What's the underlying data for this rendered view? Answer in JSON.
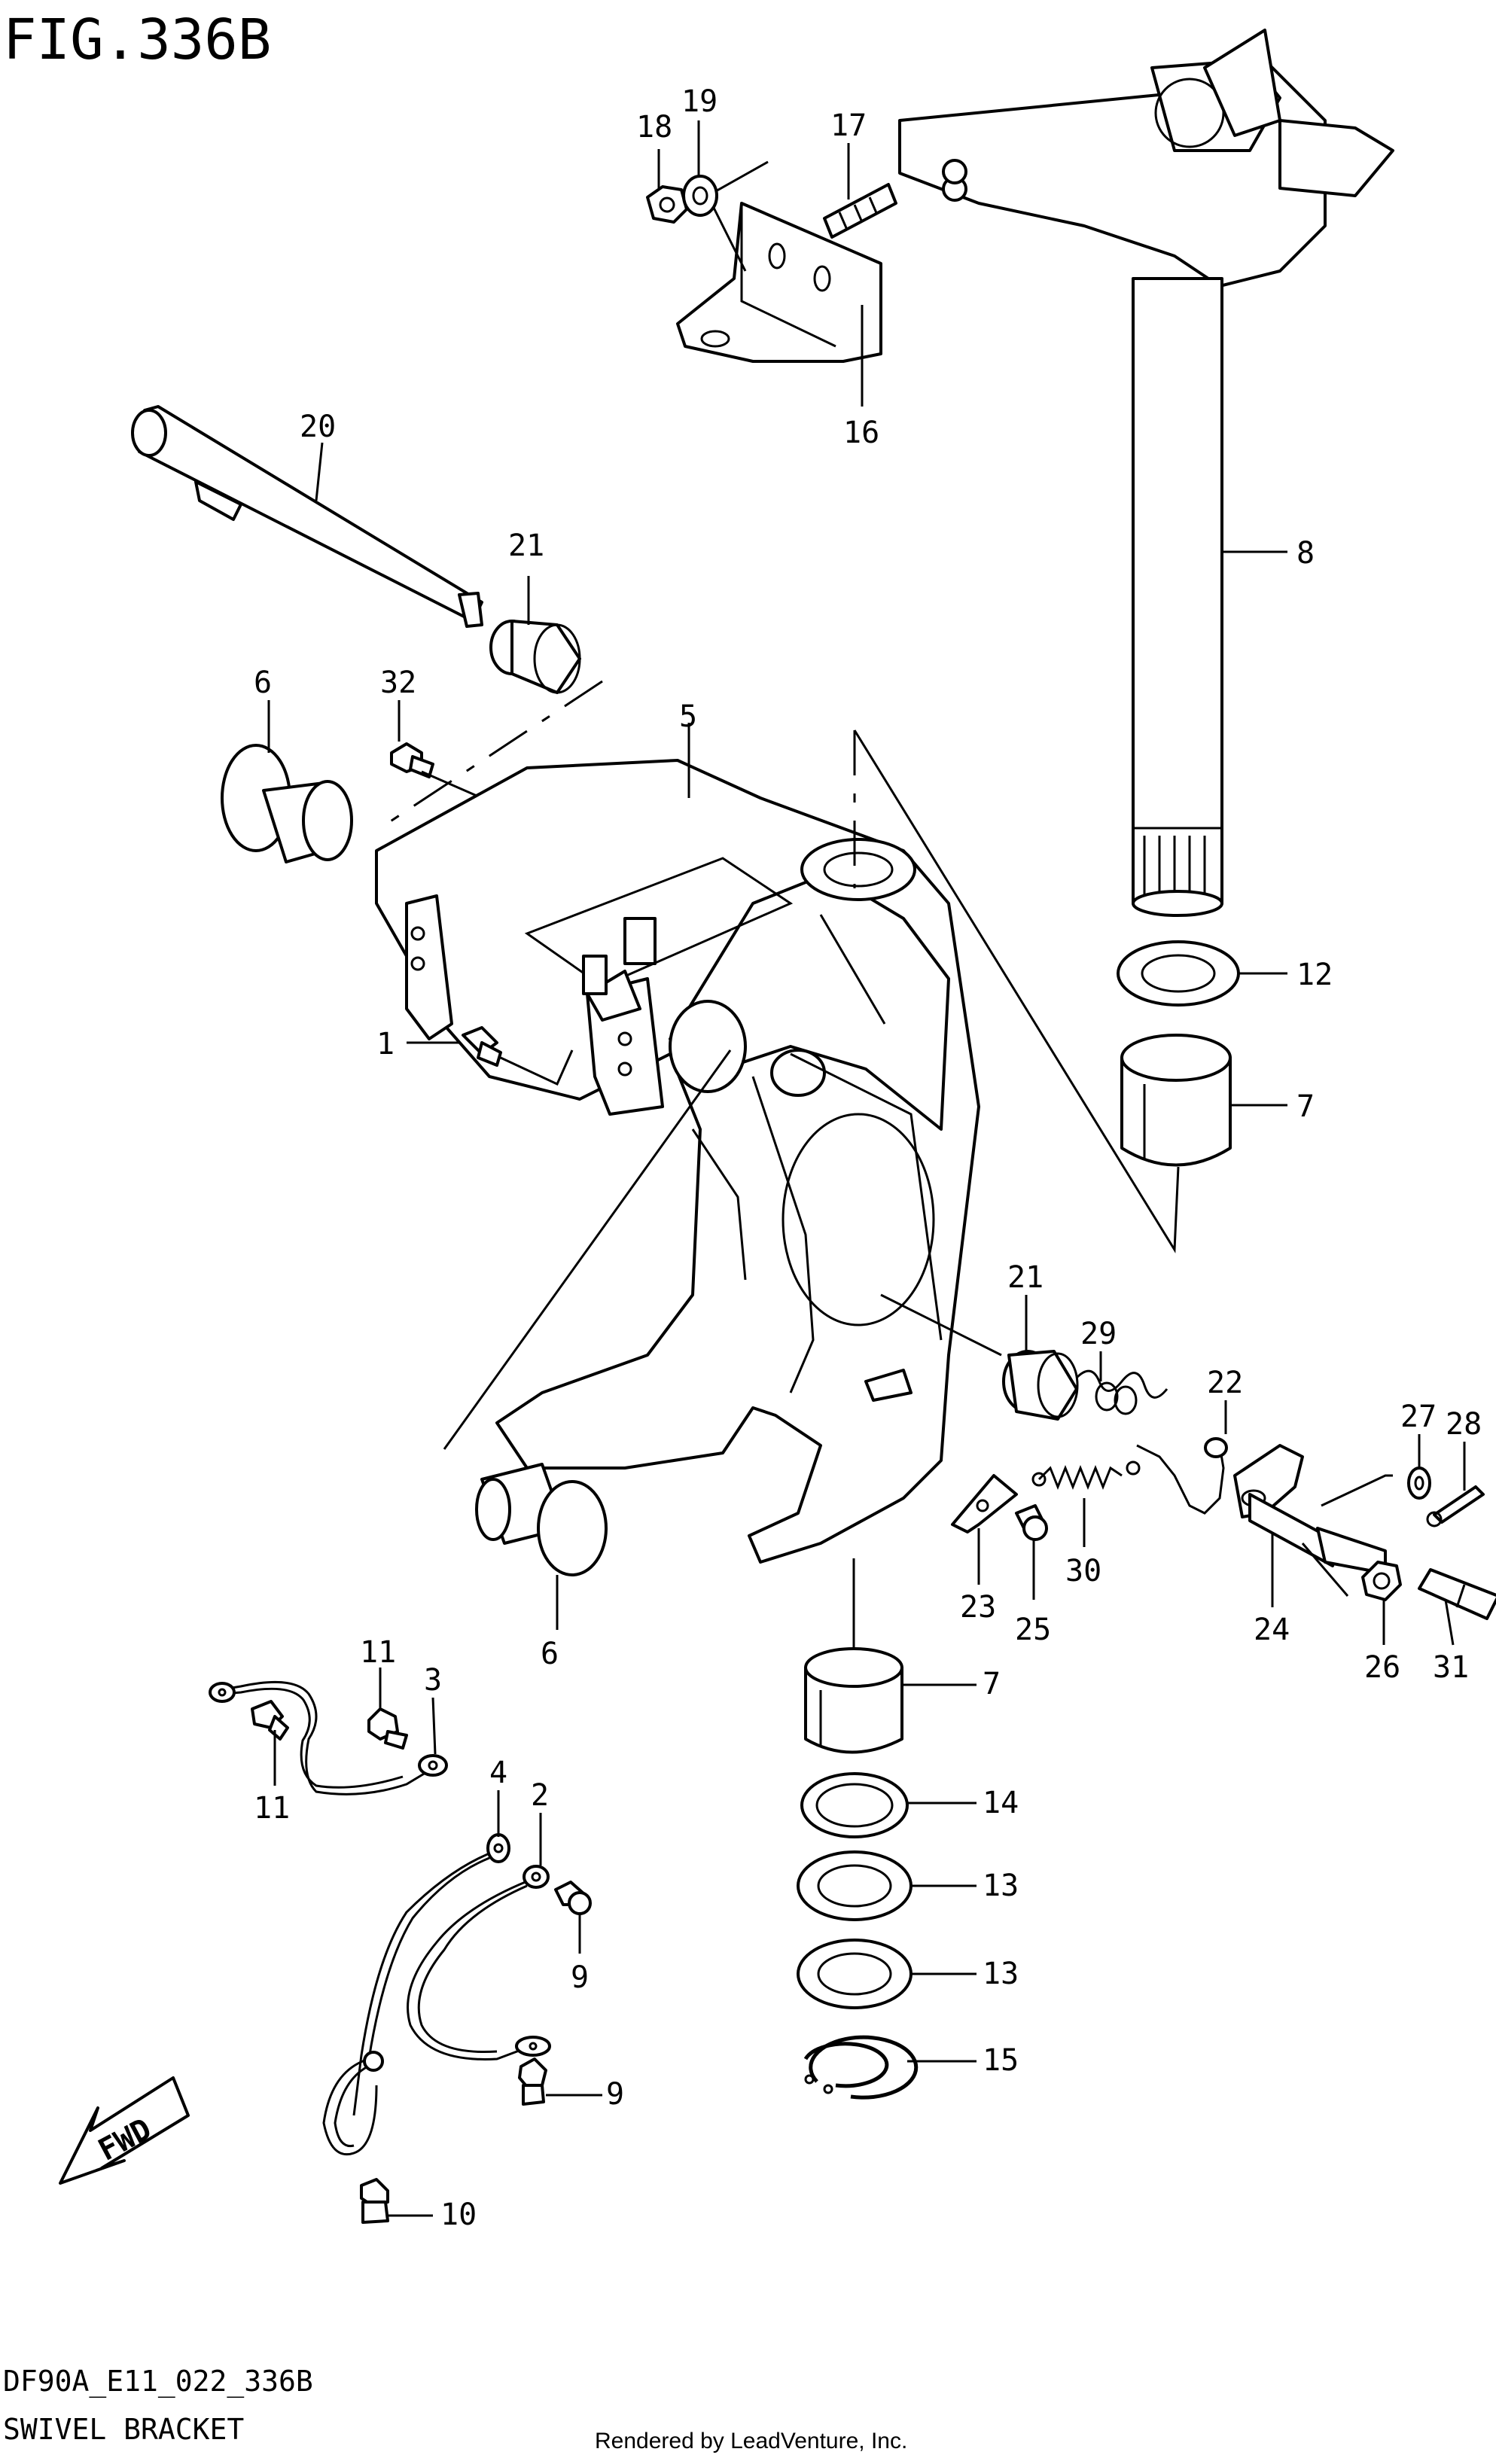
{
  "figure": {
    "title": "FIG.336B",
    "model_code": "DF90A_E11_022_336B",
    "caption": "SWIVEL BRACKET",
    "rendered_by": "Rendered by LeadVenture, Inc.",
    "fwd_label": "FWD"
  },
  "callouts": {
    "c1": "1",
    "c2": "2",
    "c3": "3",
    "c4": "4",
    "c5": "5",
    "c6a": "6",
    "c6b": "6",
    "c7a": "7",
    "c7b": "7",
    "c8": "8",
    "c9a": "9",
    "c9b": "9",
    "c10": "10",
    "c11a": "11",
    "c11b": "11",
    "c12": "12",
    "c13a": "13",
    "c13b": "13",
    "c14": "14",
    "c15": "15",
    "c16": "16",
    "c17": "17",
    "c18": "18",
    "c19": "19",
    "c20": "20",
    "c21a": "21",
    "c21b": "21",
    "c22": "22",
    "c23": "23",
    "c24": "24",
    "c25": "25",
    "c26": "26",
    "c27": "27",
    "c28": "28",
    "c29": "29",
    "c30": "30",
    "c31": "31",
    "c32": "32"
  }
}
